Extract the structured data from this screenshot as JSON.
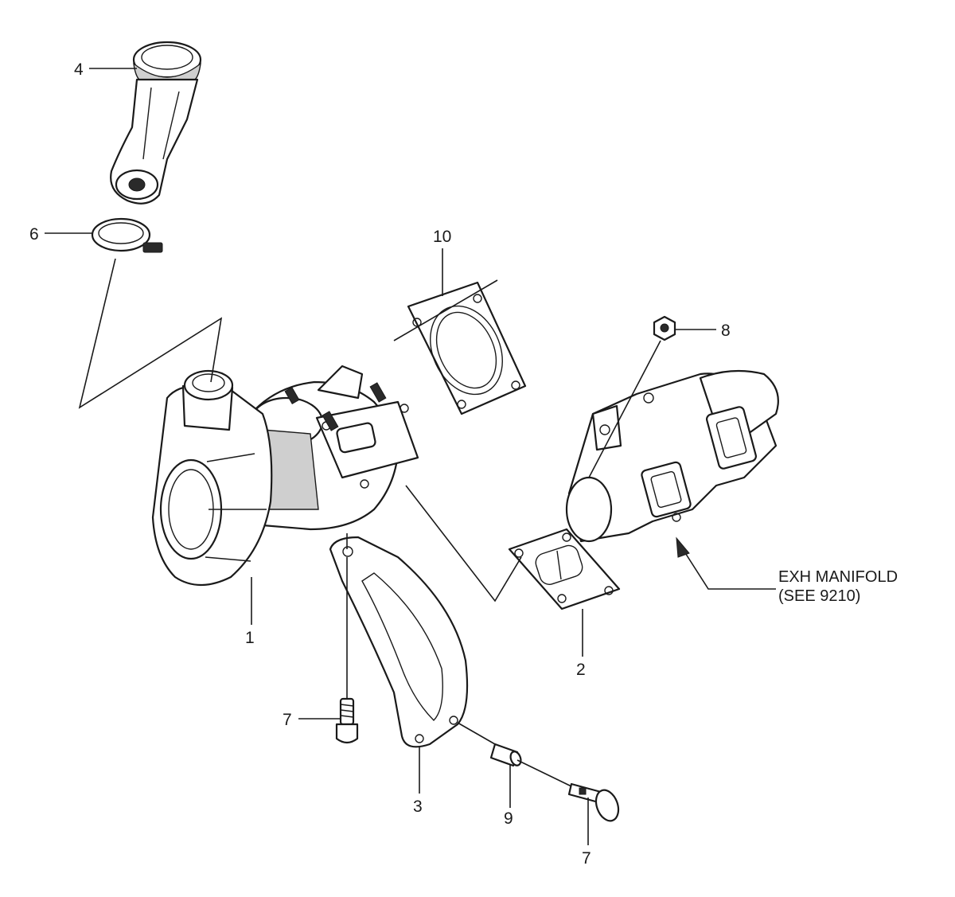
{
  "callouts": {
    "c1": "1",
    "c2": "2",
    "c3": "3",
    "c4": "4",
    "c6": "6",
    "c7a": "7",
    "c7b": "7",
    "c8": "8",
    "c9": "9",
    "c10": "10"
  },
  "note": {
    "line1": "EXH MANIFOLD",
    "line2": "(SEE 9210)"
  }
}
